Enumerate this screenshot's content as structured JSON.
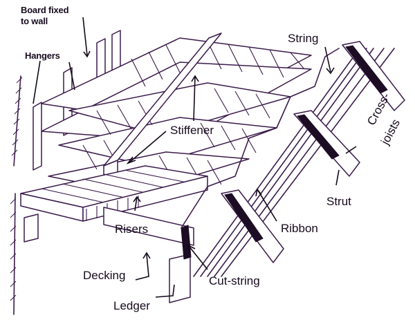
{
  "labels": {
    "board_fixed": "Board fixed",
    "to_wall": "to wall",
    "hangers": "Hangers",
    "string": "String",
    "stiffener": "Stiffener",
    "cross_joists_1": "Cross-",
    "cross_joists_2": "joists",
    "strut": "Strut",
    "ribbon": "Ribbon",
    "risers": "Risers",
    "decking": "Decking",
    "cut_string": "Cut-string",
    "ledger": "Ledger"
  },
  "colors": {
    "ink": "#3a1a4a",
    "text": "#160a1c",
    "background": "#ffffff"
  }
}
